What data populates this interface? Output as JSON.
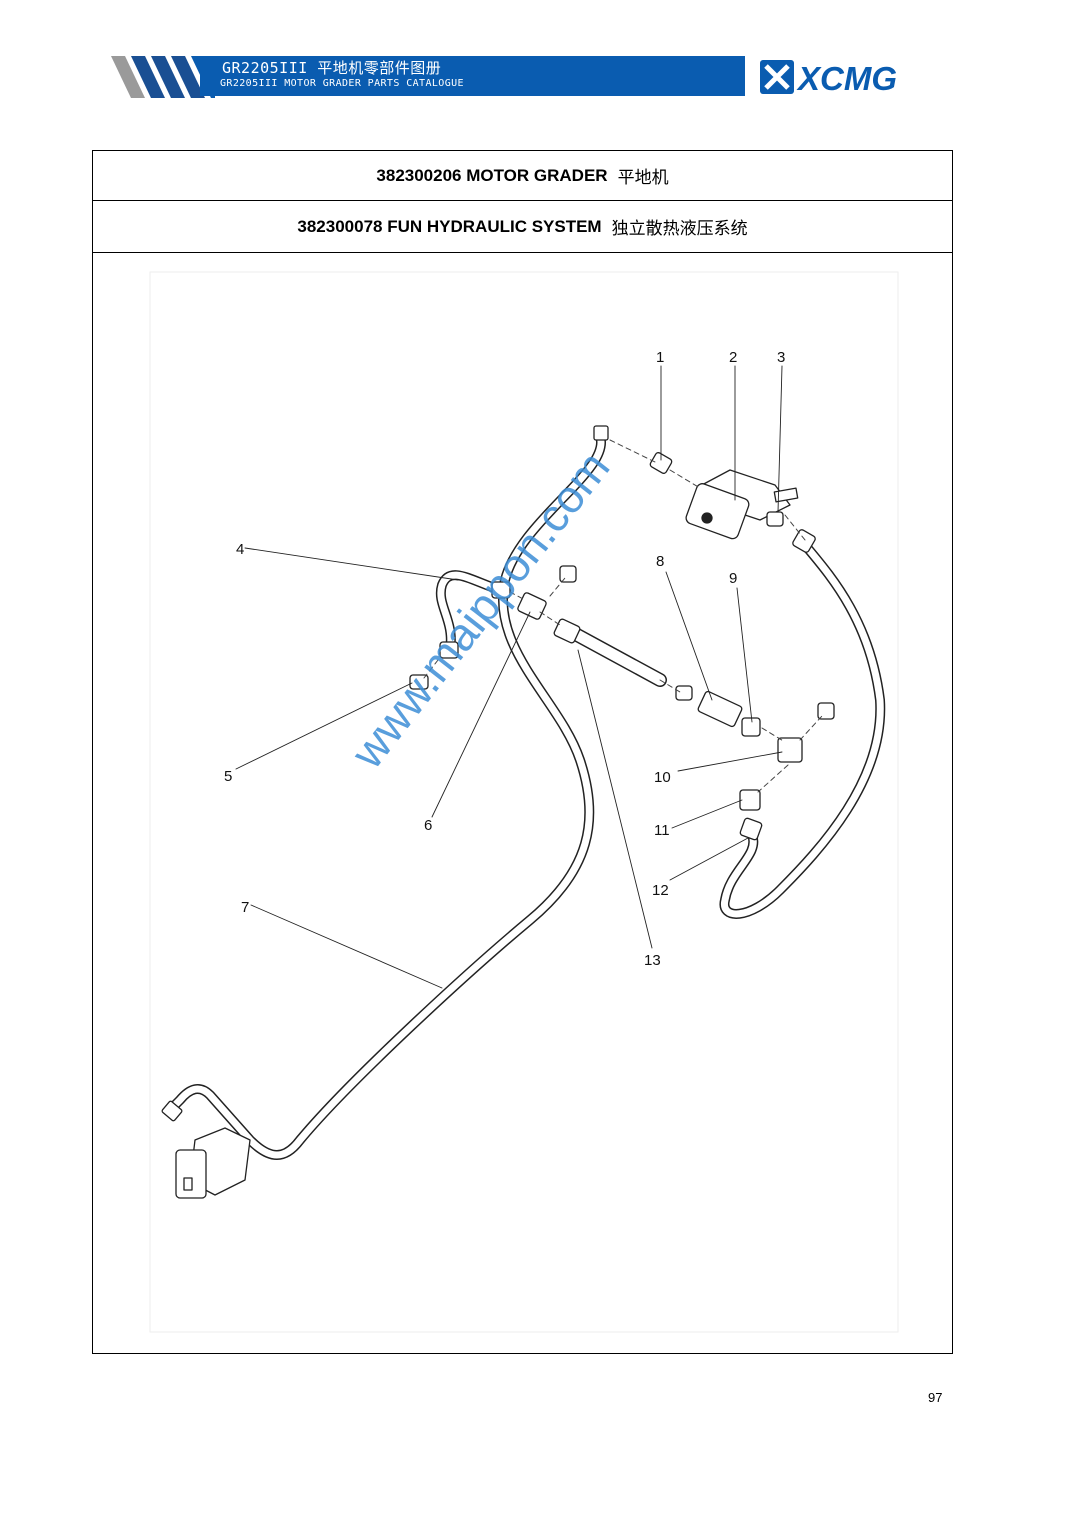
{
  "header": {
    "title_zh": "GR2205III 平地机零部件图册",
    "title_en": "GR2205III MOTOR GRADER PARTS CATALOGUE",
    "logo_text": "XCMG",
    "brand_color": "#0a5cb0",
    "stripe_color": "#8c8c8c"
  },
  "table": {
    "machine_code": "382300206 MOTOR GRADER",
    "machine_name_zh": "平地机",
    "system_code": "382300078 FUN HYDRAULIC SYSTEM",
    "system_name_zh": "独立散热液压系统"
  },
  "diagram": {
    "callouts": [
      "1",
      "2",
      "3",
      "4",
      "5",
      "6",
      "7",
      "8",
      "9",
      "10",
      "11",
      "12",
      "13"
    ]
  },
  "watermark": "www.maippon.com",
  "page_number": "97"
}
